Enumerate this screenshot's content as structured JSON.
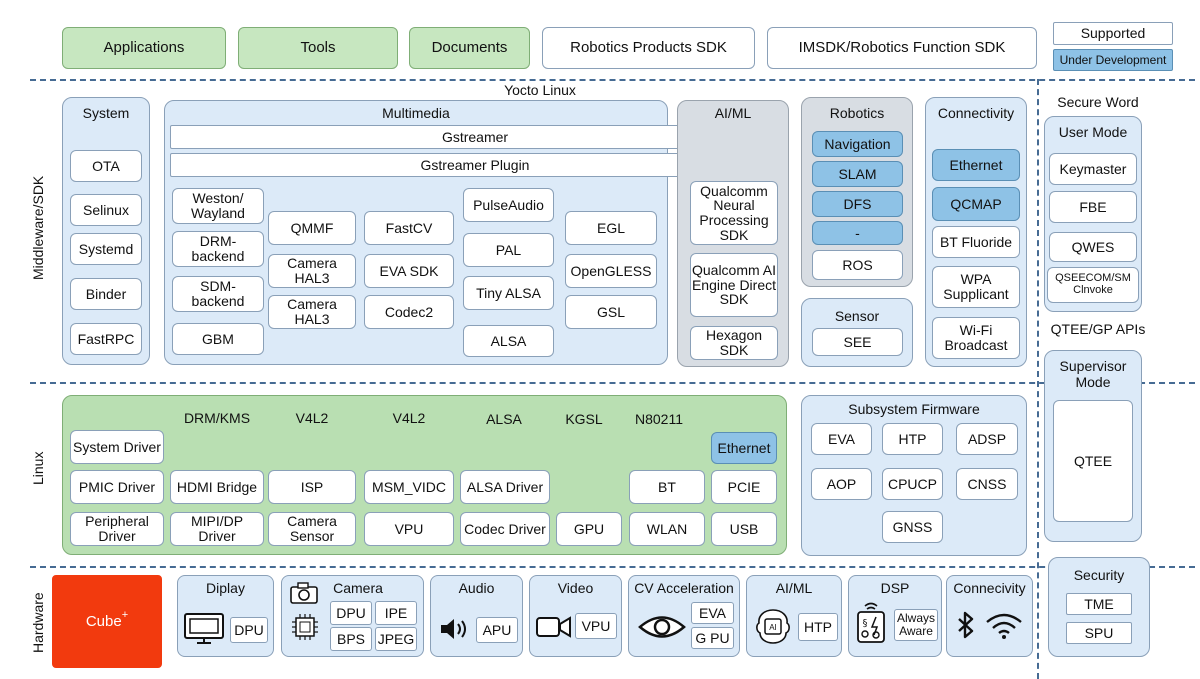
{
  "top": {
    "applications": "Applications",
    "tools": "Tools",
    "documents": "Documents",
    "robotics_products_sdk": "Robotics Products SDK",
    "imsdk": "IMSDK/Robotics Function SDK",
    "legend_supported": "Supported",
    "legend_under_development": "Under Development"
  },
  "layers": {
    "yocto": "Yocto Linux",
    "middleware": "Middleware/SDK",
    "linux": "Linux",
    "hardware": "Hardware"
  },
  "system": {
    "title": "System",
    "items": [
      "OTA",
      "Selinux",
      "Systemd",
      "Binder",
      "FastRPC"
    ]
  },
  "multimedia": {
    "title": "Multimedia",
    "gstreamer": "Gstreamer",
    "gstreamer_plugin": "Gstreamer Plugin",
    "weston": "Weston/ Wayland",
    "drm_backend": "DRM- backend",
    "sdm_backend": "SDM- backend",
    "gbm": "GBM",
    "qmmf": "QMMF",
    "camera_hal3_a": "Camera HAL3",
    "camera_hal3_b": "Camera HAL3",
    "fastcv": "FastCV",
    "eva_sdk": "EVA SDK",
    "codec2": "Codec2",
    "pulseaudio": "PulseAudio",
    "pal": "PAL",
    "tiny_alsa": "Tiny ALSA",
    "alsa": "ALSA",
    "egl": "EGL",
    "opengless": "OpenGLESS",
    "gsl": "GSL"
  },
  "aiml": {
    "title": "AI/ML",
    "items": [
      "Qualcomm Neural Processing SDK",
      "Qualcomm AI Engine Direct SDK",
      "Hexagon SDK"
    ]
  },
  "robotics": {
    "title": "Robotics",
    "items": [
      "Navigation",
      "SLAM",
      "DFS",
      "-",
      "ROS"
    ]
  },
  "sensor": {
    "title": "Sensor",
    "item": "SEE"
  },
  "connectivity": {
    "title": "Connectivity",
    "items": [
      "Ethernet",
      "QCMAP",
      "BT Fluoride",
      "WPA Supplicant",
      "Wi-Fi Broadcast"
    ]
  },
  "secure": {
    "title": "Secure Word",
    "user_mode": "User Mode",
    "items": [
      "Keymaster",
      "FBE",
      "QWES",
      "QSEECOM/SM Clnvoke"
    ],
    "qtee_gp": "QTEE/GP APIs",
    "supervisor": "Supervisor Mode",
    "qtee": "QTEE",
    "security": "Security",
    "tme": "TME",
    "spu": "SPU"
  },
  "linux": {
    "headers": [
      "DRM/KMS",
      "V4L2",
      "V4L2",
      "ALSA",
      "KGSL",
      "N80211"
    ],
    "ethernet": "Ethernet",
    "system_driver": "System Driver",
    "pmic_driver": "PMIC Driver",
    "peripheral_driver": "Peripheral Driver",
    "hdmi_bridge": "HDMI Bridge",
    "mipi_dp_driver": "MIPI/DP Driver",
    "isp": "ISP",
    "camera_sensor": "Camera Sensor",
    "msm_vidc": "MSM_VIDC",
    "vpu": "VPU",
    "alsa_driver": "ALSA Driver",
    "codec_driver": "Codec Driver",
    "gpu": "GPU",
    "bt": "BT",
    "wlan": "WLAN",
    "pcie": "PCIE",
    "usb": "USB"
  },
  "firmware": {
    "title": "Subsystem Firmware",
    "items": [
      "EVA",
      "HTP",
      "ADSP",
      "AOP",
      "CPUCP",
      "CNSS",
      "GNSS"
    ]
  },
  "hardware": {
    "cube": "Cube",
    "cube_sup": "+",
    "display": {
      "title": "Diplay",
      "item": "DPU"
    },
    "camera": {
      "title": "Camera",
      "items": [
        "DPU",
        "IPE",
        "BPS",
        "JPEG"
      ]
    },
    "audio": {
      "title": "Audio",
      "item": "APU"
    },
    "video": {
      "title": "Video",
      "item": "VPU"
    },
    "cv": {
      "title": "CV Acceleration",
      "items": [
        "EVA",
        "G PU"
      ]
    },
    "aiml": {
      "title": "AI/ML",
      "item": "HTP",
      "chip_text": "AI"
    },
    "dsp": {
      "title": "DSP",
      "item": "Always Aware"
    },
    "conn": {
      "title": "Connecivity"
    }
  },
  "colors": {
    "green": "#c7e7c0",
    "panel_blue": "#dceaf8",
    "dev_blue": "#8ec2e6",
    "cube_red": "#f23a0e",
    "dash": "#466b93"
  }
}
